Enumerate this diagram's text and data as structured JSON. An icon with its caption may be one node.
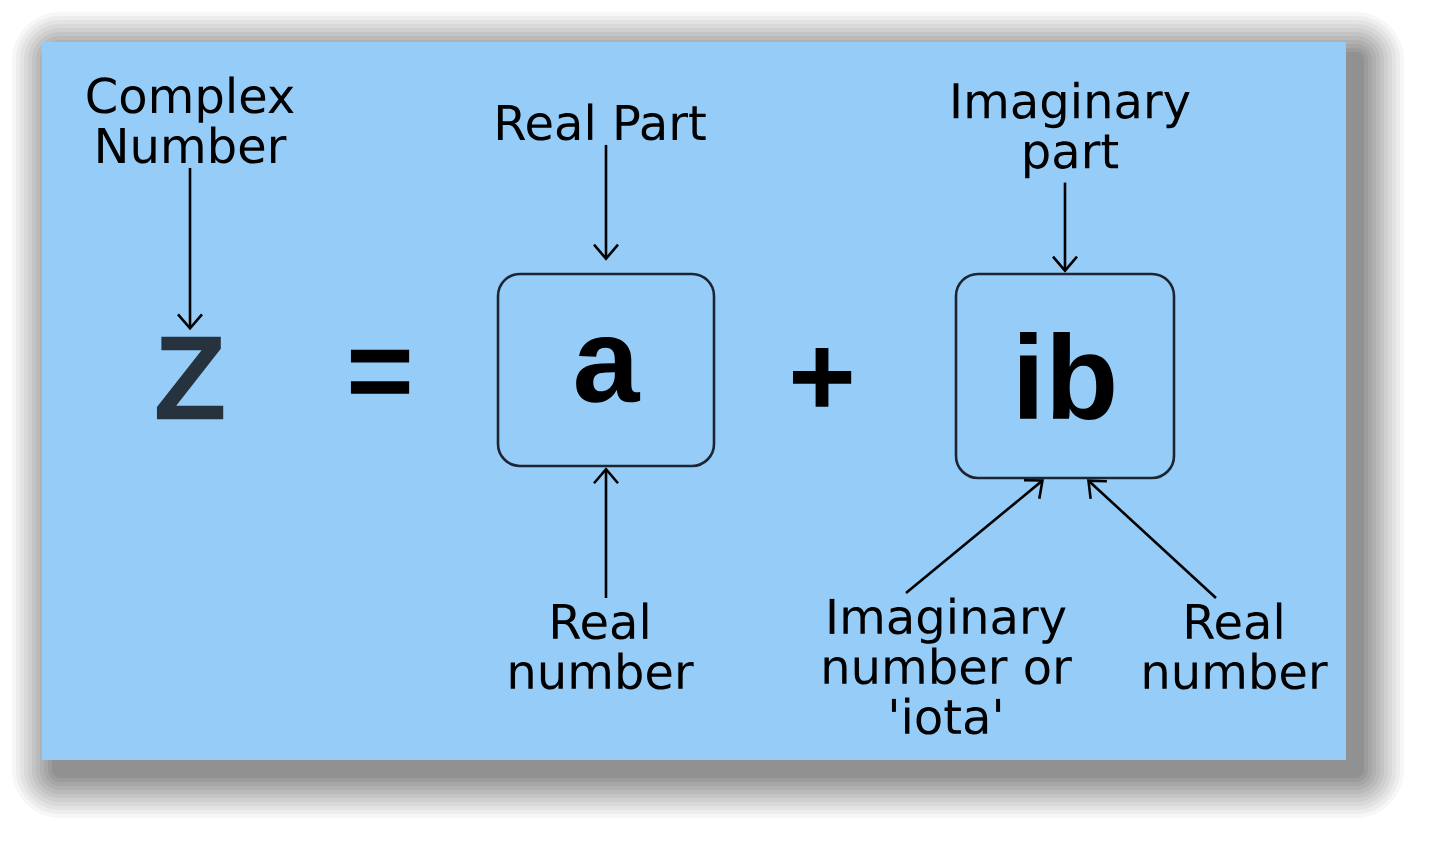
{
  "diagram": {
    "nodes": [
      {
        "text": [
          "Complex Number"
        ]
      },
      {
        "text": [
          "Real Part"
        ]
      },
      {
        "text": [
          "Imaginary part"
        ]
      },
      {
        "text": [
          "Z"
        ]
      },
      {
        "text": [
          "a"
        ]
      },
      {
        "text": [
          "ib"
        ]
      },
      {
        "text": [
          "Real number"
        ]
      },
      {
        "text": [
          "Imaginary number or 'iota'"
        ]
      },
      {
        "text": [
          "Real number"
        ]
      }
    ],
    "edges": [
      {
        "from": 0,
        "to": 3,
        "arrow": "to"
      },
      {
        "from": 1,
        "to": 4,
        "arrow": "to"
      },
      {
        "from": 2,
        "to": 5,
        "arrow": "to"
      },
      {
        "from": 6,
        "to": 4,
        "arrow": "to"
      },
      {
        "from": 7,
        "to": 5,
        "arrow": "to"
      },
      {
        "from": 8,
        "to": 5,
        "arrow": "to"
      }
    ],
    "labels": [
      "=",
      "+"
    ]
  }
}
